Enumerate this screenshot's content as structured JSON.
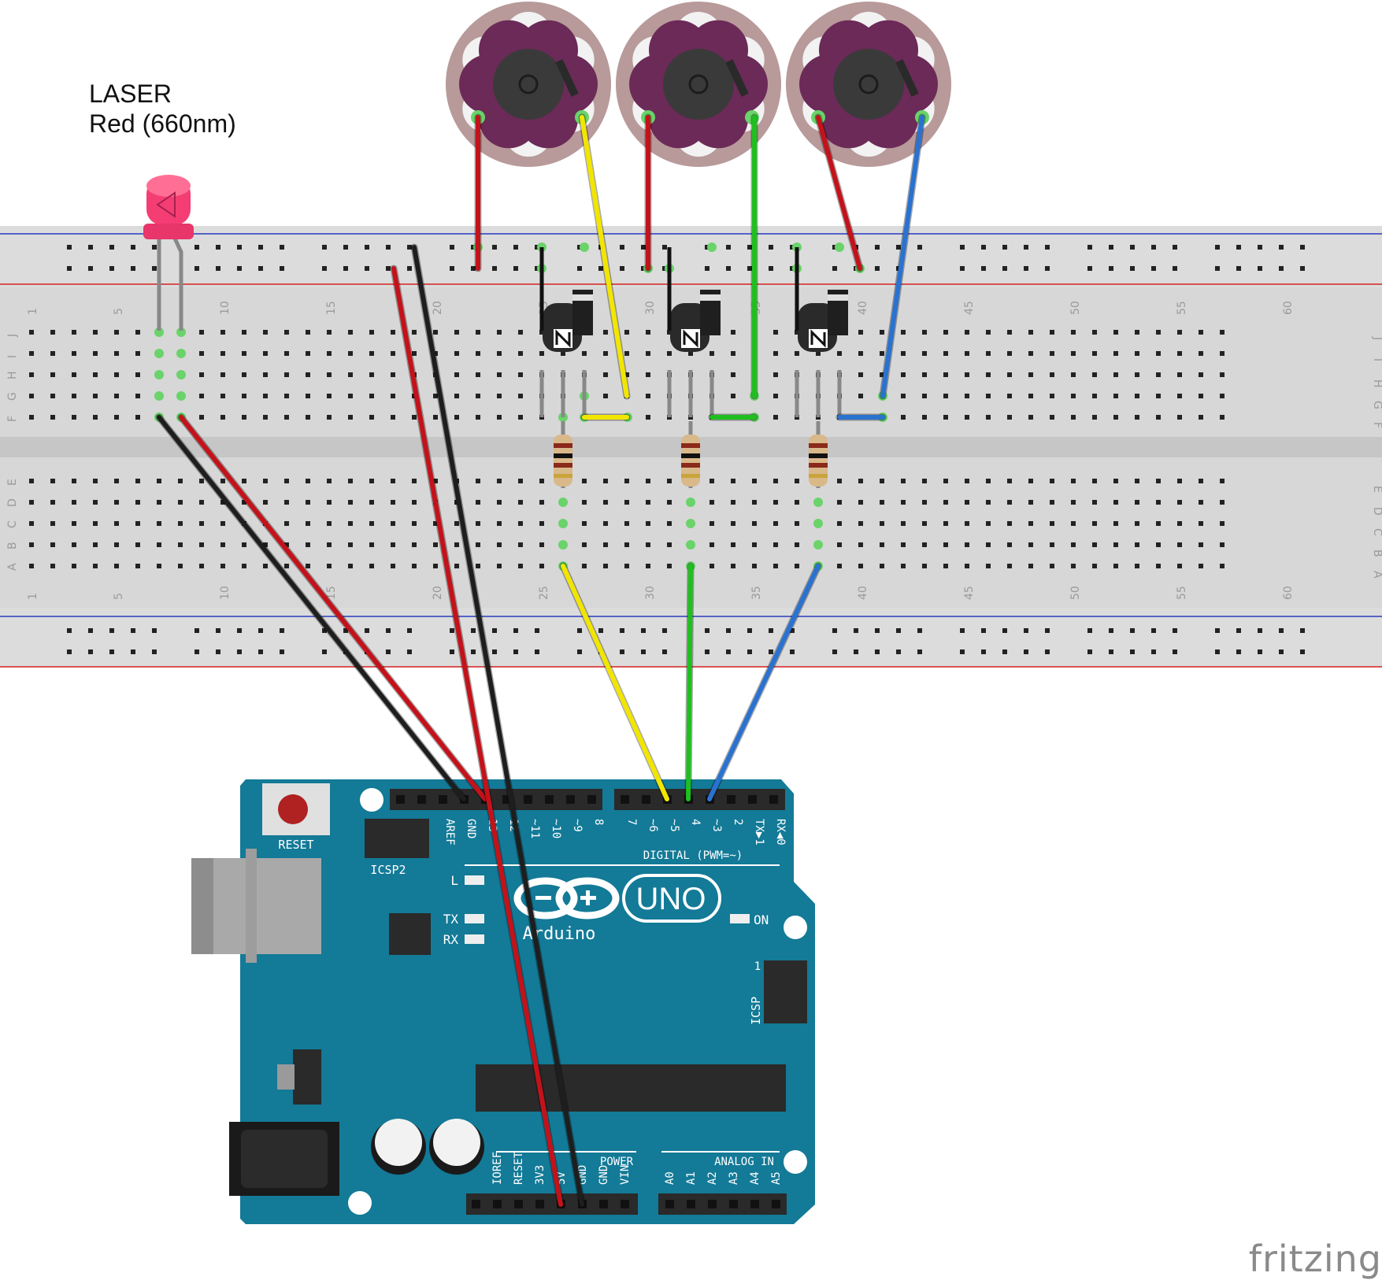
{
  "laser": {
    "line1": "LASER",
    "line2": "Red (660nm)"
  },
  "watermark": "fritzing",
  "breadboard": {
    "column_numbers": [
      "1",
      "5",
      "10",
      "15",
      "20",
      "25",
      "30",
      "35",
      "40",
      "45",
      "50",
      "55",
      "60"
    ],
    "row_letters_top": [
      "J",
      "I",
      "H",
      "G",
      "F"
    ],
    "row_letters_bottom": [
      "E",
      "D",
      "C",
      "B",
      "A"
    ]
  },
  "arduino": {
    "logo_text": "UNO",
    "brand": "Arduino",
    "reset_label": "RESET",
    "icsp2_label": "ICSP2",
    "icsp_label": "ICSP",
    "icsp_pin1": "1",
    "led_l": "L",
    "led_tx": "TX",
    "led_rx": "RX",
    "led_on": "ON",
    "digital_title": "DIGITAL (PWM=~)",
    "digital_pins": [
      "AREF",
      "GND",
      "13",
      "12",
      "~11",
      "~10",
      "~9",
      "8",
      "7",
      "~6",
      "~5",
      "4",
      "~3",
      "2",
      "TX▶1",
      "RX◀0"
    ],
    "power_title": "POWER",
    "power_pins": [
      "IOREF",
      "RESET",
      "3V3",
      "5V",
      "GND",
      "GND",
      "VIN"
    ],
    "analog_title": "ANALOG IN",
    "analog_pins": [
      "A0",
      "A1",
      "A2",
      "A3",
      "A4",
      "A5"
    ]
  },
  "colors": {
    "board": "#137a97",
    "breadboard": "#d9d9d9",
    "wire_red": "#c4121a",
    "wire_black": "#1e1e1e",
    "wire_yellow": "#f2e600",
    "wire_green": "#1fbf1f",
    "wire_blue": "#2a72d0",
    "buzzer_outer": "#b89a9a",
    "buzzer_petal": "#6b2a57"
  }
}
